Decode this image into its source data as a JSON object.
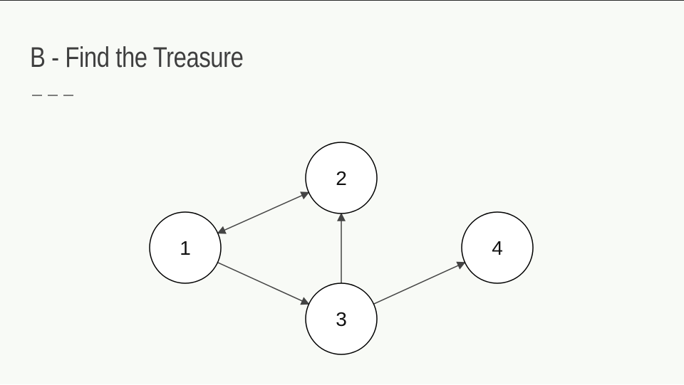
{
  "slide": {
    "title": "B - Find the Treasure"
  },
  "graph": {
    "nodes": [
      {
        "id": "1",
        "label": "1"
      },
      {
        "id": "2",
        "label": "2"
      },
      {
        "id": "3",
        "label": "3"
      },
      {
        "id": "4",
        "label": "4"
      }
    ],
    "edges": [
      {
        "from": "1",
        "to": "2",
        "bidirectional": true
      },
      {
        "from": "1",
        "to": "3",
        "bidirectional": false
      },
      {
        "from": "3",
        "to": "2",
        "bidirectional": false
      },
      {
        "from": "3",
        "to": "4",
        "bidirectional": false
      }
    ]
  },
  "colors": {
    "background": "#f8faf6",
    "title": "#3f3f3f",
    "edge": "#444444",
    "node_stroke": "#000000",
    "node_fill": "#ffffff"
  }
}
